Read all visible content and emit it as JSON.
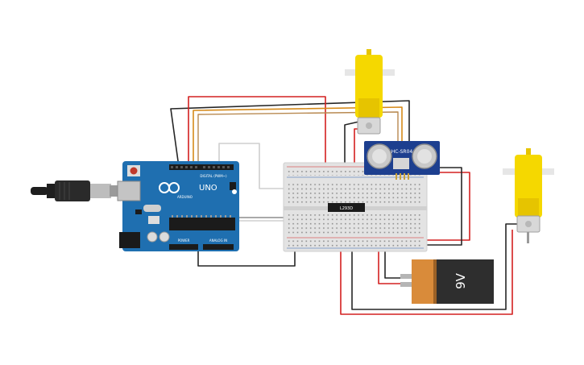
{
  "arduino": {
    "brand": "UNO",
    "maker": "ARDUINO",
    "digital_header": "DIGITAL (PWM~)",
    "power_header": "POWER",
    "analog_header": "ANALOG IN"
  },
  "sensor": {
    "label": "HC-SR04"
  },
  "driver_ic": {
    "label": "L293D"
  },
  "battery": {
    "label": "9V"
  },
  "colors": {
    "wire_red": "#d42020",
    "wire_black": "#262626",
    "wire_orange": "#d68a1a",
    "wire_gray": "#cfcfcf",
    "arduino_blue": "#1f6fb0",
    "motor_yellow": "#f5d800",
    "sensor_blue": "#1d3f8f",
    "battery_orange": "#d98b3a"
  }
}
